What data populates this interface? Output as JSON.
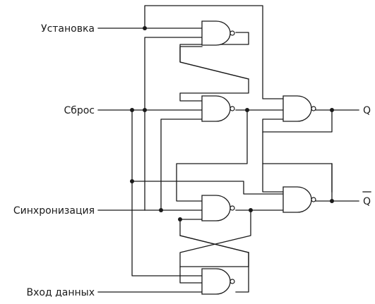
{
  "inputs": {
    "set": "Установка",
    "reset": "Сброс",
    "clock": "Синхронизация",
    "data": "Вход данных"
  },
  "outputs": {
    "q": "Q",
    "q_bar": "Q"
  },
  "gates": [
    "nand-1",
    "nand-2",
    "nand-3",
    "nand-4",
    "nand-5",
    "nand-6"
  ],
  "colors": {
    "line": "#1a1a1a",
    "background": "#ffffff"
  }
}
